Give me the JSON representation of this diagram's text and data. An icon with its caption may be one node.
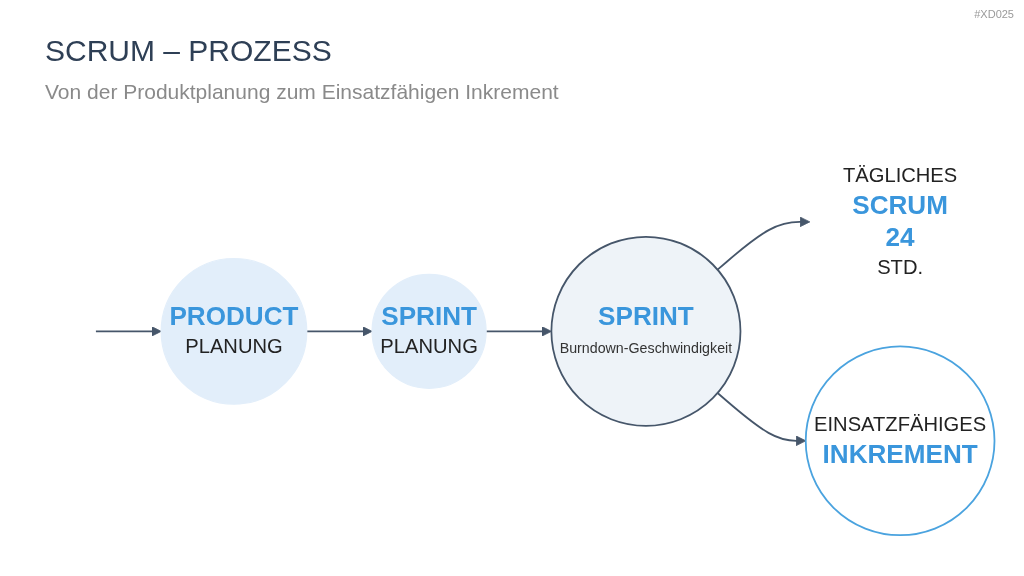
{
  "diagram": {
    "title": "SCRUM – PROZESS",
    "nodes": [
      {
        "text": [
          "PRODUCT",
          "PLANUNG"
        ]
      },
      {
        "text": [
          "SPRINT",
          "PLANUNG"
        ]
      },
      {
        "text": [
          "SPRINT",
          "Burndown-Geschwindigkeit"
        ]
      },
      {
        "text": [
          "TÄGLICHES",
          "SCRUM",
          "24",
          "STD."
        ]
      },
      {
        "text": [
          "EINSATZFÄHIGES",
          "INKREMENT"
        ]
      }
    ],
    "edges": [
      {
        "from": null,
        "to": 0,
        "arrow": "to"
      },
      {
        "from": 0,
        "to": 1,
        "arrow": "to"
      },
      {
        "from": 1,
        "to": 2,
        "arrow": "to"
      },
      {
        "from": 2,
        "to": 3,
        "arrow": "to"
      },
      {
        "from": 2,
        "to": 4,
        "arrow": "to"
      }
    ],
    "labels": [
      "#XD025",
      "Von der Produktplanung zum Einsatzfähigen Inkrement"
    ]
  }
}
